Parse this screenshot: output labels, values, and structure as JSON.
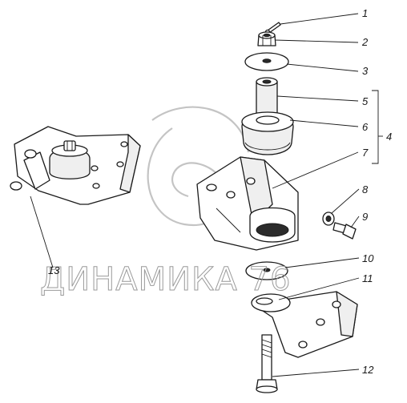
{
  "watermark": {
    "text": "ДИНАМИКА 76"
  },
  "callouts": [
    {
      "id": "1",
      "label": "1"
    },
    {
      "id": "2",
      "label": "2"
    },
    {
      "id": "3",
      "label": "3"
    },
    {
      "id": "4",
      "label": "4"
    },
    {
      "id": "5",
      "label": "5"
    },
    {
      "id": "6",
      "label": "6"
    },
    {
      "id": "7",
      "label": "7"
    },
    {
      "id": "8",
      "label": "8"
    },
    {
      "id": "9",
      "label": "9"
    },
    {
      "id": "10",
      "label": "10"
    },
    {
      "id": "11",
      "label": "11"
    },
    {
      "id": "12",
      "label": "12"
    },
    {
      "id": "13",
      "label": "13"
    }
  ]
}
